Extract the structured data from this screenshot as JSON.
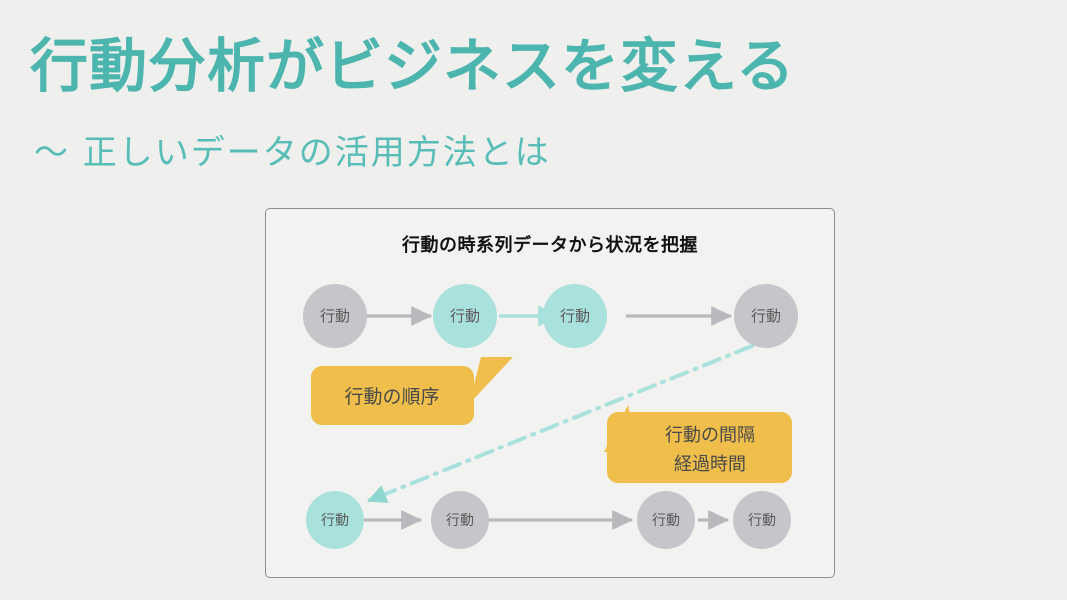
{
  "slide": {
    "title": "行動分析がビジネスを変える",
    "subtitle": "〜 正しいデータの活用方法とは",
    "background_color": "#efefed",
    "accent_color": "#4cb5ae"
  },
  "panel": {
    "heading": "行動の時系列データから状況を把握",
    "border_color": "#8d8d8d",
    "background_color": "#f2f2f1"
  },
  "colors": {
    "teal_node": "#a9e1dd",
    "gray_node": "#c6c5c9",
    "gray_arrow": "#b9b8bc",
    "teal_arrow": "#a9e1dd",
    "callout_yellow": "#efbe4b",
    "node_text": "#5b5b5b",
    "callout_text": "#4a4a4a"
  },
  "diagram": {
    "top_row": {
      "nodes": [
        {
          "label": "行動",
          "color": "gray"
        },
        {
          "label": "行動",
          "color": "teal"
        },
        {
          "label": "行動",
          "color": "teal"
        },
        {
          "label": "行動",
          "color": "gray"
        }
      ],
      "arrows": [
        {
          "color": "gray"
        },
        {
          "color": "teal"
        },
        {
          "color": "gray"
        }
      ]
    },
    "bottom_row": {
      "nodes": [
        {
          "label": "行動",
          "color": "teal"
        },
        {
          "label": "行動",
          "color": "gray"
        },
        {
          "label": "行動",
          "color": "gray"
        },
        {
          "label": "行動",
          "color": "gray"
        }
      ],
      "arrows": [
        {
          "color": "gray"
        },
        {
          "color": "gray"
        },
        {
          "color": "gray"
        }
      ]
    },
    "connector": {
      "style": "dash-dot",
      "color": "#a9e1dd",
      "from": "top-row-node-4",
      "to": "bottom-row-node-1"
    },
    "callouts": [
      {
        "lines": [
          "行動の順序"
        ],
        "tail_direction": "up-right"
      },
      {
        "lines": [
          "行動の間隔",
          "経過時間"
        ],
        "tail_direction": "up-left"
      }
    ]
  }
}
